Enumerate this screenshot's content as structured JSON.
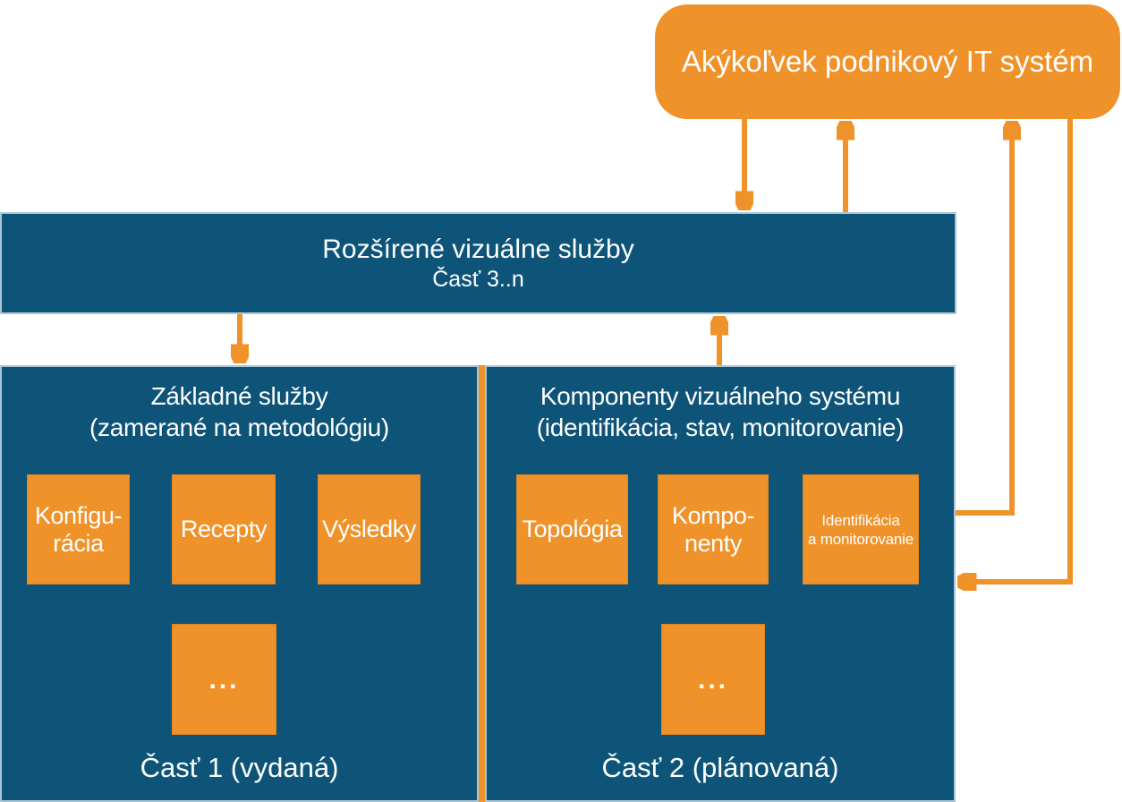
{
  "colors": {
    "orange": "#EF9229",
    "orange_border": "#E08421",
    "blue": "#0E5478",
    "blue_border": "#AAC7D9",
    "text_white": "#FFFFFF",
    "background": "#FFFFFF"
  },
  "it_system": {
    "label": "Akýkoľvek podnikový IT systém"
  },
  "extended_services": {
    "title": "Rozšírené vizuálne služby",
    "subtitle": "Časť 3..n"
  },
  "basic_services": {
    "title": "Základné služby",
    "subtitle": "(zamerané na metodológiu)",
    "boxes": [
      {
        "label": "Konfigu-\nrácia"
      },
      {
        "label": "Recepty"
      },
      {
        "label": "Výsledky"
      }
    ],
    "more_label": "...",
    "part_label": "Časť 1 (vydaná)"
  },
  "components": {
    "title": "Komponenty vizuálneho systému",
    "subtitle": "(identifikácia, stav, monitorovanie)",
    "boxes": [
      {
        "label": "Topológia"
      },
      {
        "label": "Kompo-\nnenty"
      },
      {
        "label": "Identifikácia\na monitorovanie"
      }
    ],
    "more_label": "...",
    "part_label": "Časť 2 (plánovaná)"
  },
  "connections": [
    {
      "from": "Akýkoľvek podnikový IT systém",
      "to": "Rozšírené vizuálne služby"
    },
    {
      "from": "Rozšírené vizuálne služby",
      "to": "Akýkoľvek podnikový IT systém"
    },
    {
      "from": "Rozšírené vizuálne služby",
      "to": "Základné služby"
    },
    {
      "from": "Komponenty vizuálneho systému",
      "to": "Rozšírené vizuálne služby"
    },
    {
      "from": "Komponenty vizuálneho systému",
      "to": "Akýkoľvek podnikový IT systém"
    },
    {
      "from": "Akýkoľvek podnikový IT systém",
      "to": "Komponenty vizuálneho systému"
    }
  ]
}
